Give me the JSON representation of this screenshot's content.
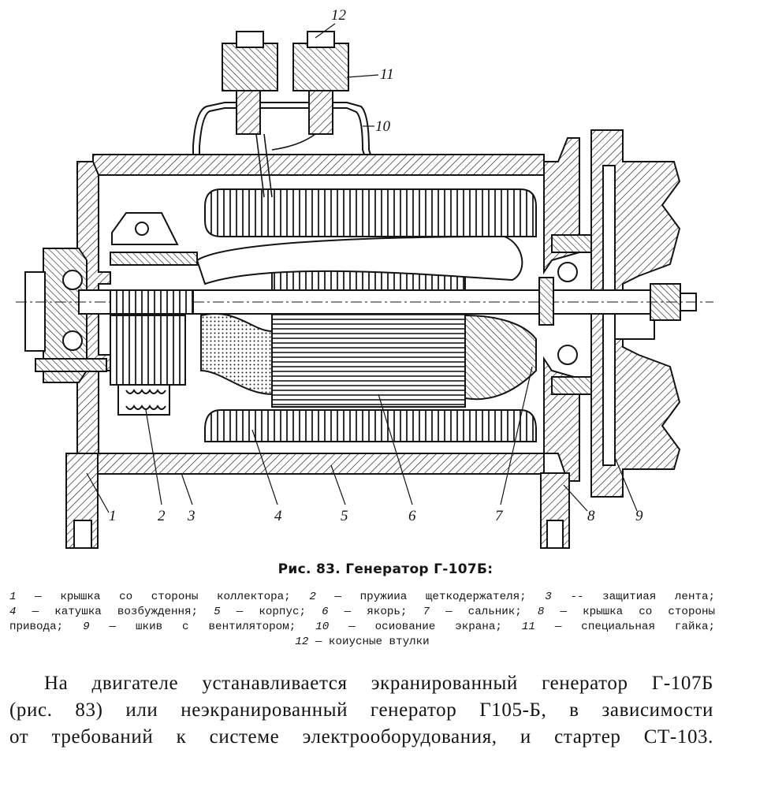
{
  "figure": {
    "callouts": [
      "1",
      "2",
      "3",
      "4",
      "5",
      "6",
      "7",
      "8",
      "9",
      "10",
      "11",
      "12"
    ]
  },
  "caption": {
    "title": "Рис. 83. Генератор Г-107Б:"
  },
  "legend": {
    "lines": [
      [
        "1",
        " — крышка со стороны коллектора; ",
        "2",
        " — пружииа щеткодержателя; ",
        "3",
        " -- защитиая лента;"
      ],
      [
        "4",
        " — катушка возбуждення; ",
        "5",
        " — корпус; ",
        "6",
        " — якорь; ",
        "7",
        " — сальник; ",
        "8",
        " — крышка со стороны"
      ],
      [
        "привода; ",
        "9",
        " — шкив с вентилятором; ",
        "10",
        " — осиование экрана; ",
        "11",
        " — специальная гайка;"
      ],
      [
        "12",
        " — коиусные втулки"
      ]
    ]
  },
  "body": {
    "lines": [
      "На двигателе устанавливается экранированный генератор Г-107Б",
      "(рис. 83) или неэкранированный генератор Г105-Б, в зависимости",
      "от требований к системе электрооборудования, и стартер СТ-103."
    ]
  }
}
